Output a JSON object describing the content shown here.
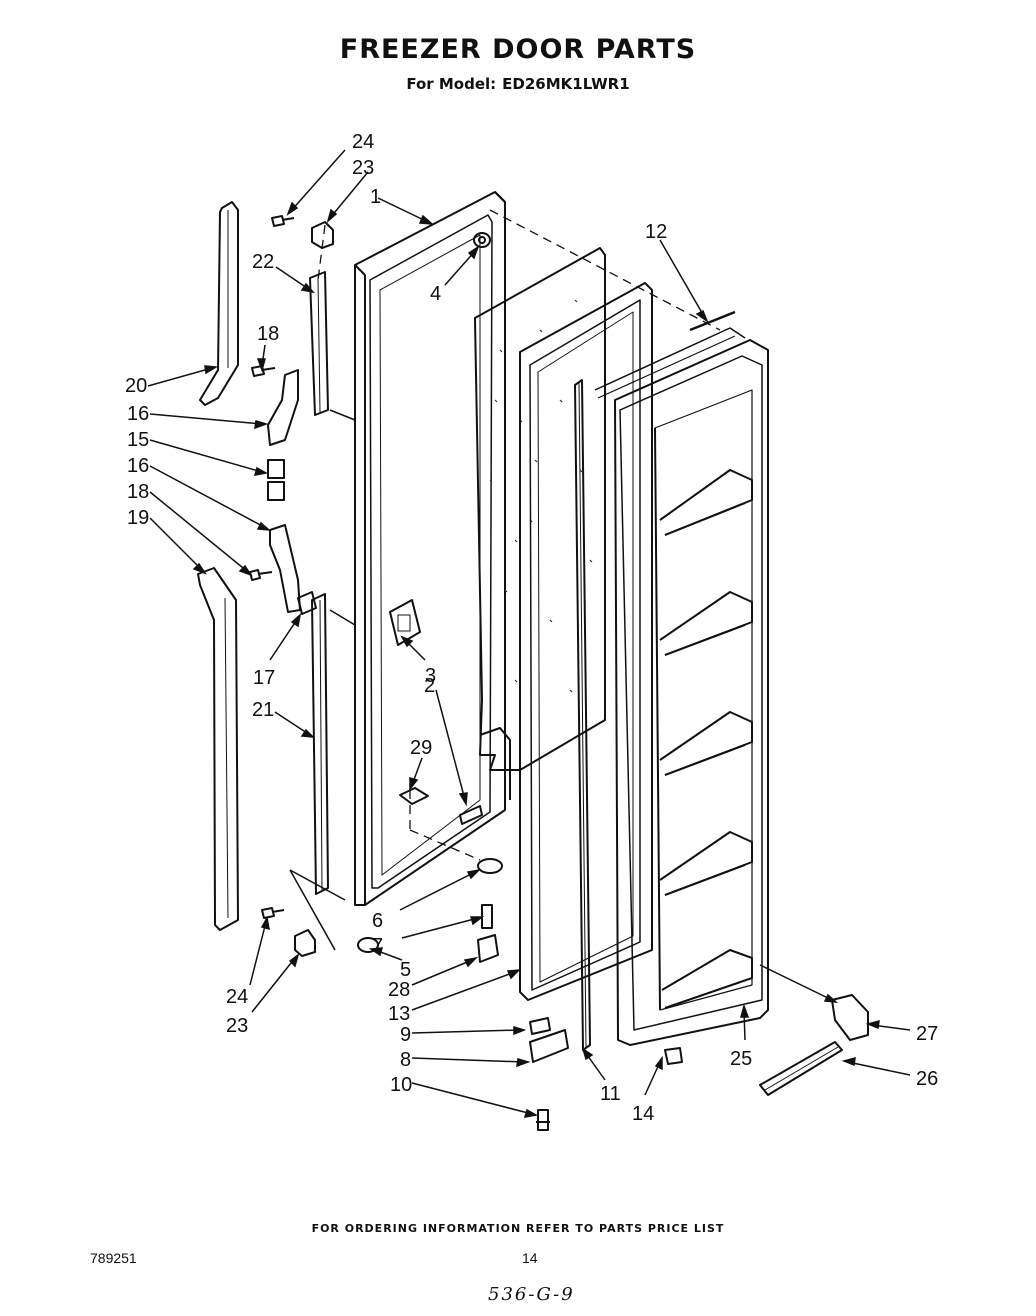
{
  "header": {
    "title": "FREEZER DOOR PARTS",
    "model_prefix": "For Model:",
    "model_number": "ED26MK1LWR1"
  },
  "callouts": [
    "24",
    "23",
    "1",
    "12",
    "22",
    "4",
    "18",
    "20",
    "16",
    "15",
    "16",
    "18",
    "19",
    "3",
    "17",
    "21",
    "2",
    "29",
    "6",
    "7",
    "5",
    "28",
    "13",
    "9",
    "8",
    "10",
    "11",
    "14",
    "24",
    "23",
    "25",
    "27",
    "26"
  ],
  "footer": {
    "ordering_note": "FOR ORDERING INFORMATION REFER TO PARTS PRICE LIST",
    "doc_number": "789251",
    "page_number": "14",
    "handwritten_code": "536-G-9"
  }
}
